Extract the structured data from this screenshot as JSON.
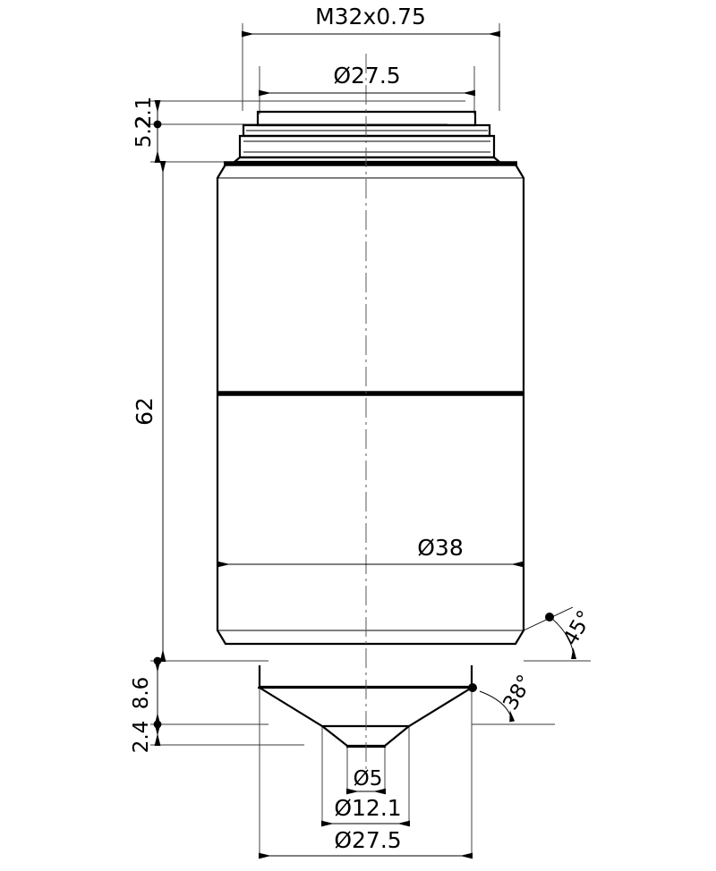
{
  "drawing": {
    "title": "Microscope objective lens outline drawing",
    "type": "engineering-dimension-drawing",
    "units": "mm",
    "line_color": "#000000",
    "background_color": "#ffffff",
    "dimensions": {
      "thread": {
        "label": "M32x0.75",
        "name": "mount-thread-dimension",
        "orientation": "horizontal",
        "position": "top"
      },
      "top_shoulder_diameter": {
        "label": "Ø27.5",
        "name": "top-shoulder-diameter",
        "orientation": "horizontal",
        "position": "top"
      },
      "thread_length": {
        "label": "5.2",
        "name": "thread-length-dimension",
        "orientation": "vertical-rotated",
        "position": "upper-left"
      },
      "shoulder_height": {
        "label": "2.1",
        "name": "shoulder-height-dimension",
        "orientation": "vertical-rotated",
        "position": "upper-left"
      },
      "body_length": {
        "label": "62",
        "name": "body-length-dimension",
        "orientation": "vertical-rotated",
        "position": "left"
      },
      "body_diameter": {
        "label": "Ø38",
        "name": "body-diameter-dimension",
        "orientation": "horizontal",
        "position": "lower-middle"
      },
      "nose_height": {
        "label": "8.6",
        "name": "nose-height-dimension",
        "orientation": "vertical-rotated",
        "position": "lower-left"
      },
      "tip_height": {
        "label": "2.4",
        "name": "tip-height-dimension",
        "orientation": "vertical-rotated",
        "position": "lower-left"
      },
      "chamfer_angle": {
        "label": "45°",
        "name": "chamfer-angle-dimension",
        "orientation": "rotated",
        "position": "right"
      },
      "cone_angle": {
        "label": "38°",
        "name": "cone-angle-dimension",
        "orientation": "rotated",
        "position": "right"
      },
      "aperture_diameter": {
        "label": "Ø5",
        "name": "aperture-diameter-dimension",
        "orientation": "horizontal",
        "position": "bottom"
      },
      "front_lens_diameter": {
        "label": "Ø12.1",
        "name": "front-lens-diameter-dimension",
        "orientation": "horizontal",
        "position": "bottom"
      },
      "nose_base_diameter": {
        "label": "Ø27.5",
        "name": "nose-base-diameter-dimension",
        "orientation": "horizontal",
        "position": "bottom"
      }
    }
  }
}
